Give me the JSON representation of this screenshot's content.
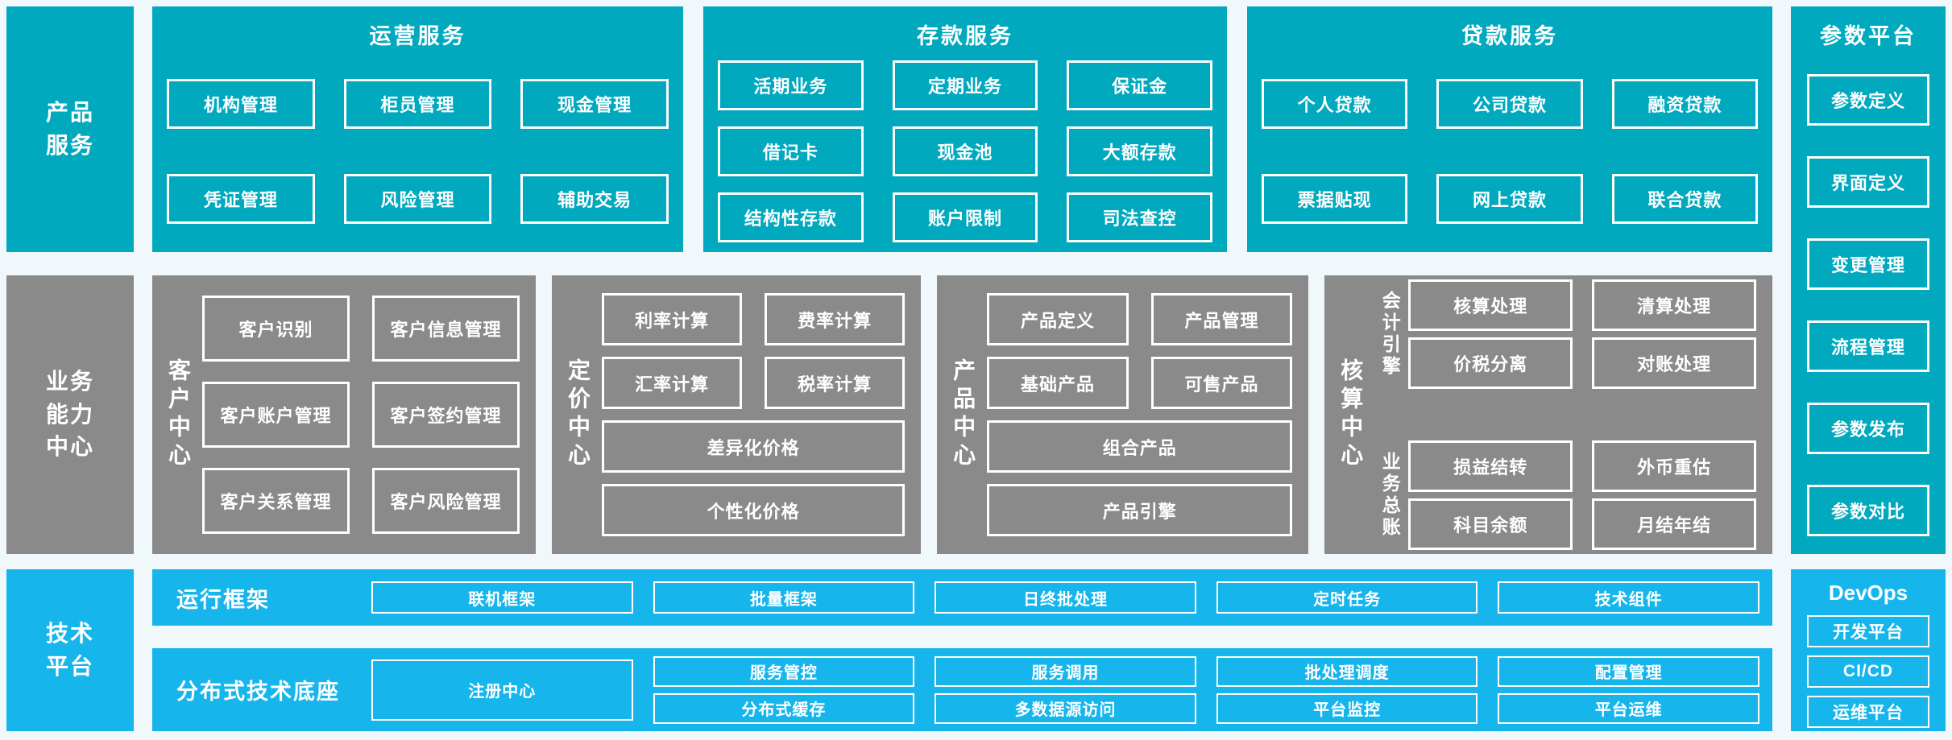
{
  "palette": {
    "teal": "#00a9be",
    "azure": "#16b5ec",
    "gray": "#8a8a8a",
    "background": "#f0f8fb",
    "box_border": "#ffffff",
    "text": "#ffffff"
  },
  "left_rail": {
    "products_label": "产品\n服务",
    "capability_label": "业务\n能力\n中心",
    "tech_label": "技术\n平台"
  },
  "product_services": {
    "operations": {
      "title": "运营服务",
      "items": [
        "机构管理",
        "柜员管理",
        "现金管理",
        "凭证管理",
        "风险管理",
        "辅助交易"
      ]
    },
    "deposit": {
      "title": "存款服务",
      "items": [
        "活期业务",
        "定期业务",
        "保证金",
        "借记卡",
        "现金池",
        "大额存款",
        "结构性存款",
        "账户限制",
        "司法查控"
      ]
    },
    "loan": {
      "title": "贷款服务",
      "items": [
        "个人贷款",
        "公司贷款",
        "融资贷款",
        "票据贴现",
        "网上贷款",
        "联合贷款"
      ]
    }
  },
  "param_platform": {
    "title": "参数平台",
    "items": [
      "参数定义",
      "界面定义",
      "变更管理",
      "流程管理",
      "参数发布",
      "参数对比"
    ]
  },
  "capability_centers": {
    "customer": {
      "label": "客户中心",
      "items": [
        "客户识别",
        "客户信息管理",
        "客户账户管理",
        "客户签约管理",
        "客户关系管理",
        "客户风险管理"
      ]
    },
    "pricing": {
      "label": "定价中心",
      "items": [
        "利率计算",
        "费率计算",
        "汇率计算",
        "税率计算"
      ],
      "wide_items": [
        "差异化价格",
        "个性化价格"
      ]
    },
    "product": {
      "label": "产品中心",
      "items": [
        "产品定义",
        "产品管理",
        "基础产品",
        "可售产品"
      ],
      "wide_items": [
        "组合产品",
        "产品引擎"
      ]
    },
    "accounting": {
      "label": "核算中心",
      "groups": [
        {
          "label": "会计引擎",
          "items": [
            "核算处理",
            "清算处理",
            "价税分离",
            "对账处理"
          ]
        },
        {
          "label": "业务总账",
          "items": [
            "损益结转",
            "外币重估",
            "科目余额",
            "月结年结"
          ]
        }
      ]
    }
  },
  "tech_platform": {
    "runtime": {
      "label": "运行框架",
      "items": [
        "联机框架",
        "批量框架",
        "日终批处理",
        "定时任务",
        "技术组件"
      ]
    },
    "distributed": {
      "label": "分布式技术底座",
      "registry": "注册中心",
      "columns": [
        {
          "top": "服务管控",
          "bottom": "分布式缓存"
        },
        {
          "top": "服务调用",
          "bottom": "多数据源访问"
        },
        {
          "top": "批处理调度",
          "bottom": "平台监控"
        },
        {
          "top": "配置管理",
          "bottom": "平台运维"
        }
      ]
    },
    "devops": {
      "title": "DevOps",
      "items": [
        "开发平台",
        "CI/CD",
        "运维平台"
      ]
    }
  }
}
